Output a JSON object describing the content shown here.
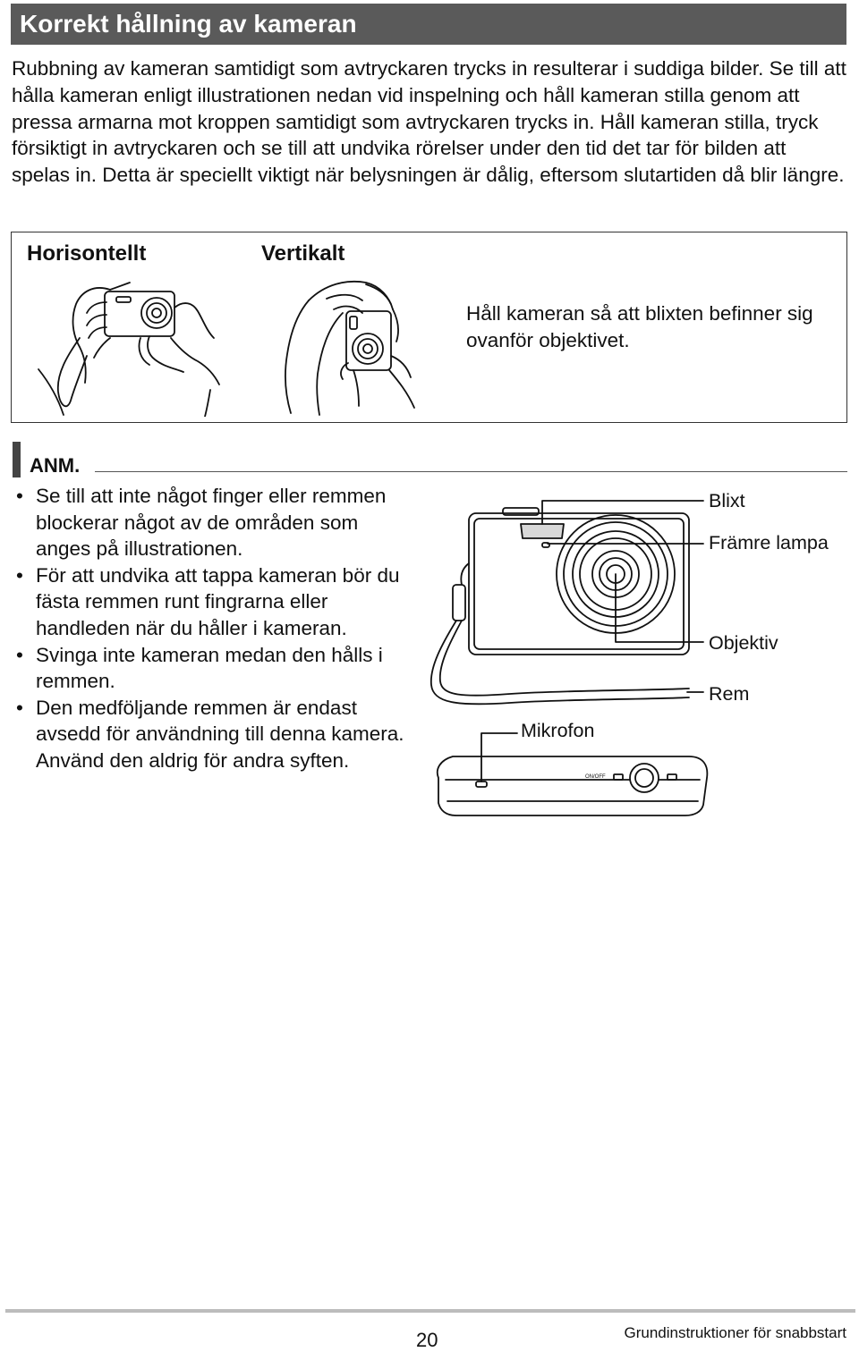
{
  "page": {
    "title": "Korrekt hållning av kameran",
    "intro": "Rubbning av kameran samtidigt som avtryckaren trycks in resulterar i suddiga bilder. Se till att hålla kameran enligt illustrationen nedan vid inspelning och håll kameran stilla genom att pressa armarna mot kroppen samtidigt som avtryckaren trycks in. Håll kameran stilla, tryck försiktigt in avtryckaren och se till att undvika rörelser under den tid det tar för bilden att spelas in. Detta är speciellt viktigt när belysningen är dålig, eftersom slutartiden då blir längre."
  },
  "holding": {
    "horizontal_label": "Horisontellt",
    "vertical_label": "Vertikalt",
    "note": "Håll kameran så att blixten befinner sig ovanför objektivet."
  },
  "note": {
    "title": "ANM.",
    "items": [
      "Se till att inte något finger eller remmen blockerar något av de områden som anges på illustrationen.",
      "För att undvika att tappa kameran bör du fästa remmen runt fingrarna eller handleden när du håller i kameran.",
      "Svinga inte kameran medan den hålls i remmen.",
      "Den medföljande remmen är endast avsedd för användning till denna kamera. Använd den aldrig för andra syften."
    ]
  },
  "diagram": {
    "labels": {
      "flash": "Blixt",
      "front_lamp": "Främre lampa",
      "lens": "Objektiv",
      "strap": "Rem",
      "microphone": "Mikrofon"
    },
    "button_labels": {
      "power": "ON/OFF"
    }
  },
  "footer": {
    "page_number": "20",
    "section": "Grundinstruktioner för snabbstart"
  }
}
